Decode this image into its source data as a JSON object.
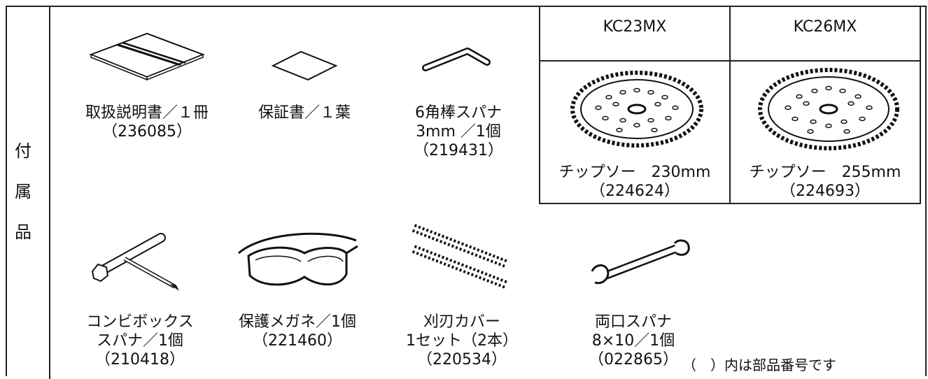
{
  "side_label": [
    "付",
    "属",
    "品"
  ],
  "items": {
    "manual": {
      "name": "取扱説明書／１冊",
      "part": "（236085）"
    },
    "warranty": {
      "name": "保証書／１葉"
    },
    "hex_wrench": {
      "name": "6角棒スパナ",
      "size": "3mm ／1個",
      "part": "（219431）"
    },
    "combo_box": {
      "name": "コンビボックス",
      "name2": "スパナ／1個",
      "part": "（210418）"
    },
    "goggles": {
      "name": "保護メガネ／1個",
      "part": "（221460）"
    },
    "blade_cover": {
      "name": "刈刃カバー",
      "set": "1セット（2本）",
      "part": "（220534）"
    },
    "double_spanner": {
      "name": "両口スパナ",
      "size": "8×10／1個",
      "part": "（022865）"
    }
  },
  "blade_table": {
    "headers": [
      "KC23MX",
      "KC26MX"
    ],
    "blades": [
      {
        "name": "チップソー　230mm",
        "part": "（224624）"
      },
      {
        "name": "チップソー　255mm",
        "part": "（224693）"
      }
    ]
  },
  "note": "（　）内は部品番号です"
}
